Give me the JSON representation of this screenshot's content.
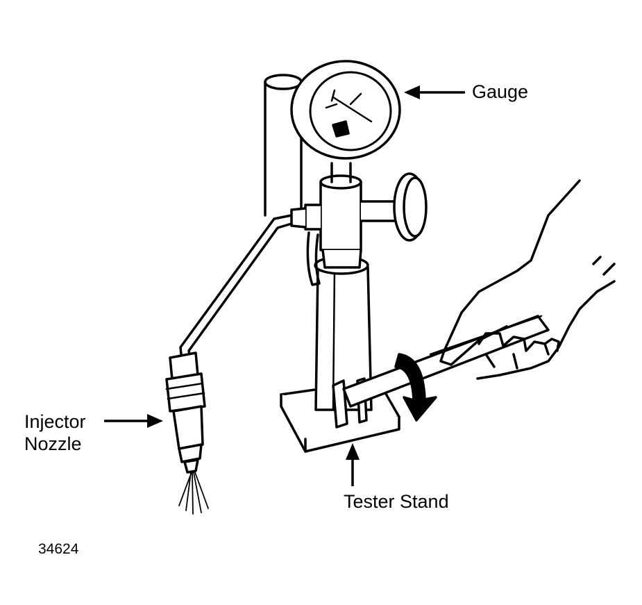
{
  "labels": {
    "gauge": "Gauge",
    "injector_line1": "Injector",
    "injector_line2": "Nozzle",
    "tester_stand": "Tester Stand",
    "figure_number": "34624"
  },
  "colors": {
    "ink": "#000000",
    "paper": "#ffffff"
  }
}
